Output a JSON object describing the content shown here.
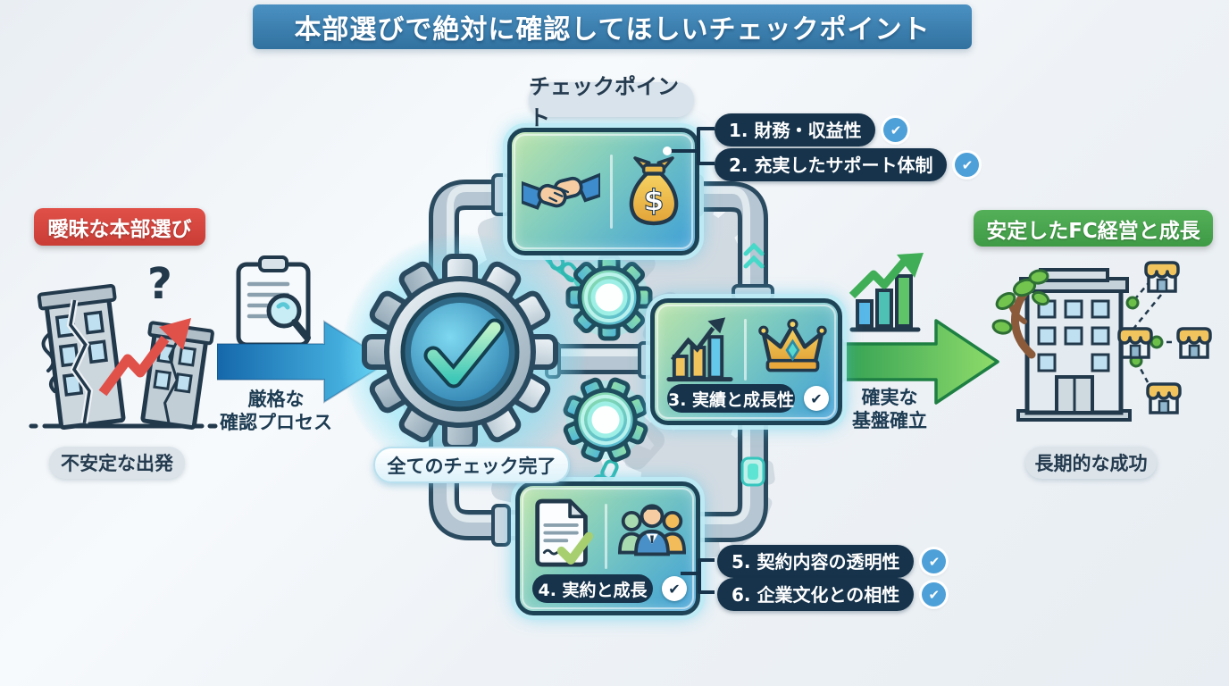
{
  "banner": {
    "title": "本部選びで絶対に確認してほしいチェックポイント"
  },
  "left_flow": {
    "badge": "曖昧な本部選び",
    "caption": "不安定な出発",
    "process_line1": "厳格な",
    "process_line2": "確認プロセス"
  },
  "machine": {
    "label": "チェックポイント",
    "complete": "全てのチェック完了"
  },
  "checkpoints": {
    "c1": "1. 財務・収益性",
    "c2": "2. 充実したサポート体制",
    "c3": "3. 実績と成長性",
    "c4": "4. 実約と成長",
    "c5": "5. 契約内容の透明性",
    "c6": "6. 企業文化との相性"
  },
  "right_flow": {
    "foundation_line1": "確実な",
    "foundation_line2": "基盤確立",
    "badge": "安定したFC経営と成長",
    "caption": "長期的な成功"
  },
  "glyphs": {
    "check": "✔",
    "question": "?",
    "dollar": "$"
  },
  "colors": {
    "banner_blue": "#3b80b5",
    "alert_red": "#d9453e",
    "success_green": "#4aa74e",
    "navy_pill": "#16334b",
    "check_circle_blue": "#4da0d8",
    "box_gradient_start": "#bce4aa",
    "box_gradient_end": "#3e9fd6",
    "box_border": "#1d4356",
    "pipe_gray": "#b6c6d2",
    "glow_cyan": "#7ee4ef",
    "arrow_blue_start": "#1568ab",
    "arrow_blue_end": "#55c8f0",
    "arrow_green_start": "#2f9e53",
    "arrow_green_end": "#8fdc6a",
    "gold": "#f2c45e"
  }
}
